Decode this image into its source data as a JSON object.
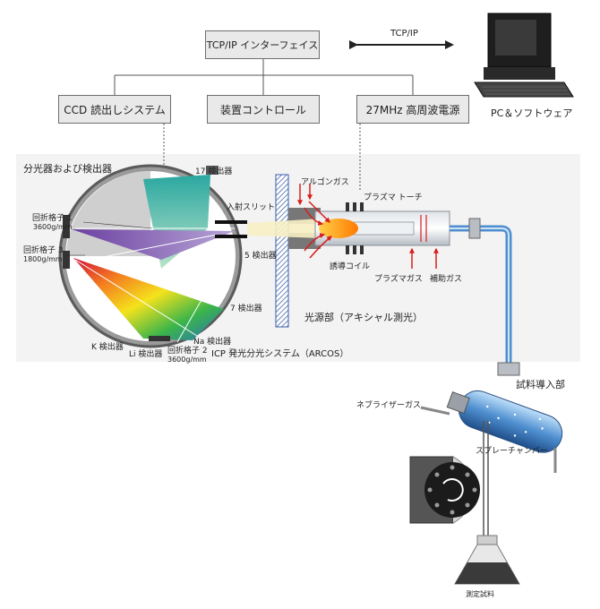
{
  "top_boxes": {
    "interface": "TCP/IP インターフェイス",
    "ccd": "CCD 読出しシステム",
    "control": "装置コントロール",
    "rf": "27MHz 高周波電源"
  },
  "tcpip_label": "TCP/IP",
  "pc_label": "PC＆ソフトウェア",
  "spectrometer": {
    "title": "分光器および検出器",
    "det17": "17 検出器",
    "entrance_slit": "入射スリット",
    "det5": "5 検出器",
    "det7": "7 検出器",
    "grating1": "回折格子 1",
    "grating1_lines": "3600g/mm",
    "grating3": "回折格子 3",
    "grating3_lines": "1800g/mm",
    "k_det": "K 検出器",
    "li_det": "Li 検出器",
    "na_det": "Na 検出器",
    "grating2": "回折格子 2",
    "grating2_lines": "3600g/mm",
    "system_name": "ICP 発光分光システム（ARCOS）"
  },
  "light_source": {
    "argon": "アルゴンガス",
    "torch": "プラズマ トーチ",
    "coil": "誘導コイル",
    "plasma_gas": "プラズマガス",
    "aux_gas": "補助ガス",
    "title": "光源部（アキシャル測光）"
  },
  "sample_intro": {
    "title": "試料導入部",
    "nebulizer_gas": "ネブライザーガス",
    "spray_chamber": "スプレーチャンバー",
    "sample": "測定試料"
  },
  "colors": {
    "box_fill": "#e9e9e9",
    "panel_bg": "#f3f3f3",
    "plasma": "#ff7a00",
    "arrows": "#d81e1e",
    "chamber": "#4f8fd0"
  }
}
